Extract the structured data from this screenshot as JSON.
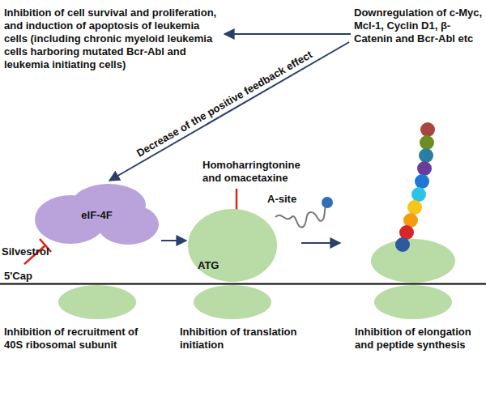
{
  "diagram": {
    "nodes": [
      {
        "text": [
          "Inhibition of cell survival and proliferation, and induction of apoptosis of leukemia cells (including chronic myeloid leukemia cells harboring mutated Bcr-Abl and leukemia initiating cells)"
        ]
      },
      {
        "text": [
          "Downregulation of c-Myc, Mcl-1, Cyclin D1, β-Catenin and Bcr-Abl etc"
        ]
      },
      {
        "text": [
          "eIF-4F"
        ]
      },
      {
        "text": [
          "ATG"
        ]
      }
    ],
    "edges": [
      {
        "from": 1,
        "to": 0,
        "arrow": "to"
      },
      {
        "from": 1,
        "to": 2,
        "label": "Decrease of the positive feedback effect",
        "arrow": "to"
      },
      {
        "from": 2,
        "to": 3,
        "arrow": "to"
      }
    ],
    "labels": [
      "Silvestrol",
      "5'Cap",
      "Homoharringtonine and omacetaxine",
      "A-site",
      "Inhibition of recruitment of 40S ribosomal subunit",
      "Inhibition of translation initiation",
      "Inhibition of elongation and peptide synthesis"
    ]
  }
}
